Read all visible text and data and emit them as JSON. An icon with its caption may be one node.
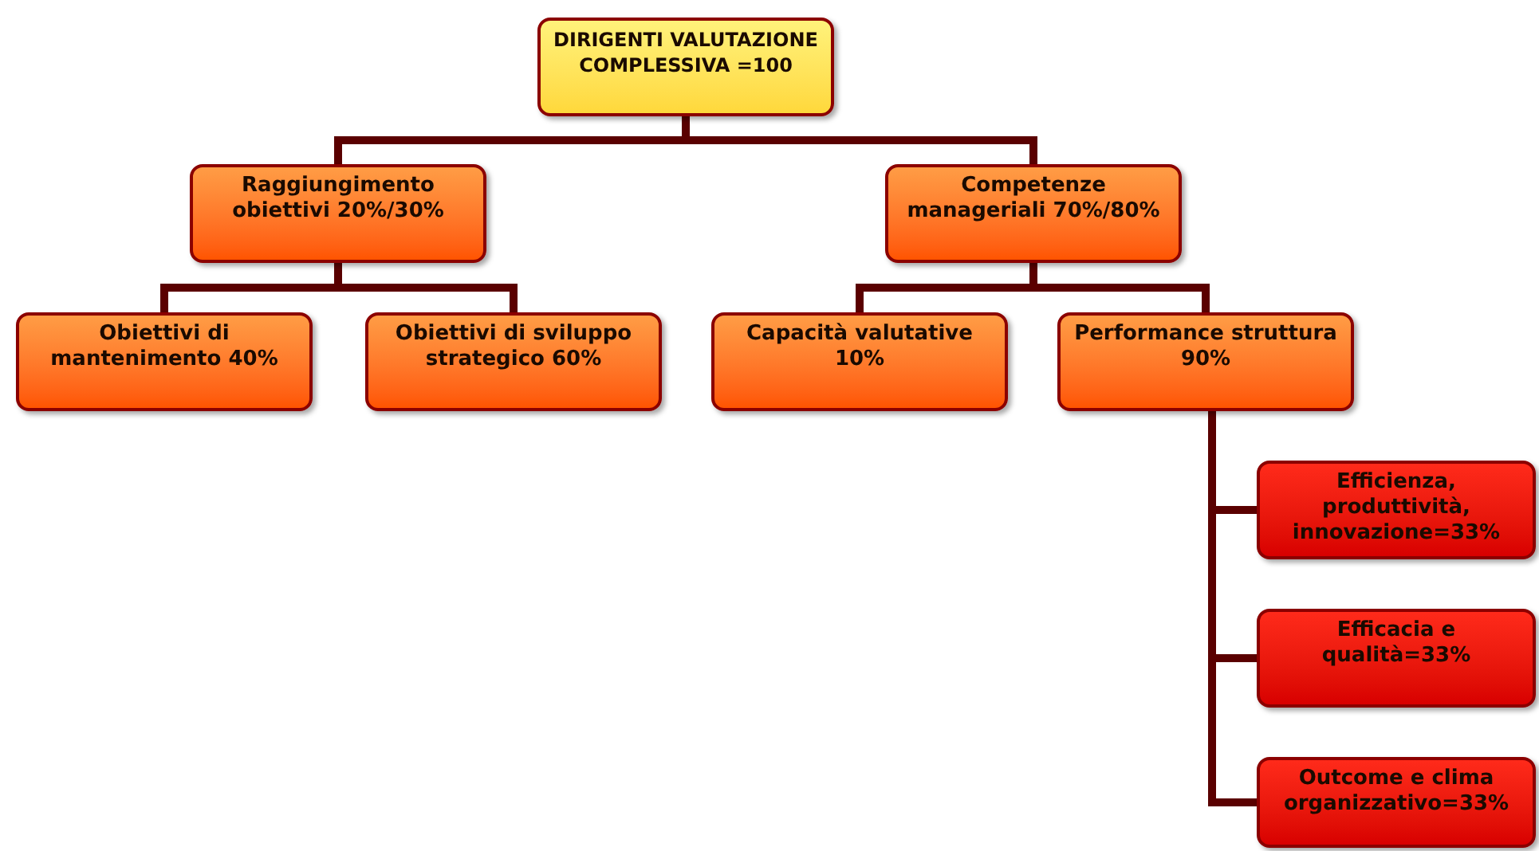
{
  "diagram": {
    "nodes": [
      {
        "text": [
          "DIRIGENTI VALUTAZIONE COMPLESSIVA =100"
        ]
      },
      {
        "text": [
          "Raggiungimento obiettivi 20%/30%"
        ]
      },
      {
        "text": [
          "Competenze manageriali 70%/80%"
        ]
      },
      {
        "text": [
          "Obiettivi di mantenimento 40%"
        ]
      },
      {
        "text": [
          "Obiettivi di sviluppo strategico 60%"
        ]
      },
      {
        "text": [
          "Capacità valutative 10%"
        ]
      },
      {
        "text": [
          "Performance struttura 90%"
        ]
      },
      {
        "text": [
          "Efficienza, produttività, innovazione=33%"
        ]
      },
      {
        "text": [
          "Efficacia e qualità=33%"
        ]
      },
      {
        "text": [
          "Outcome e clima organizzativo=33%"
        ]
      }
    ],
    "edges": [
      {
        "from": 0,
        "to": 1,
        "arrow": "none"
      },
      {
        "from": 0,
        "to": 2,
        "arrow": "none"
      },
      {
        "from": 1,
        "to": 3,
        "arrow": "none"
      },
      {
        "from": 1,
        "to": 4,
        "arrow": "none"
      },
      {
        "from": 2,
        "to": 5,
        "arrow": "none"
      },
      {
        "from": 2,
        "to": 6,
        "arrow": "none"
      },
      {
        "from": 6,
        "to": 7,
        "arrow": "none"
      },
      {
        "from": 6,
        "to": 8,
        "arrow": "none"
      },
      {
        "from": 6,
        "to": 9,
        "arrow": "none"
      }
    ]
  }
}
